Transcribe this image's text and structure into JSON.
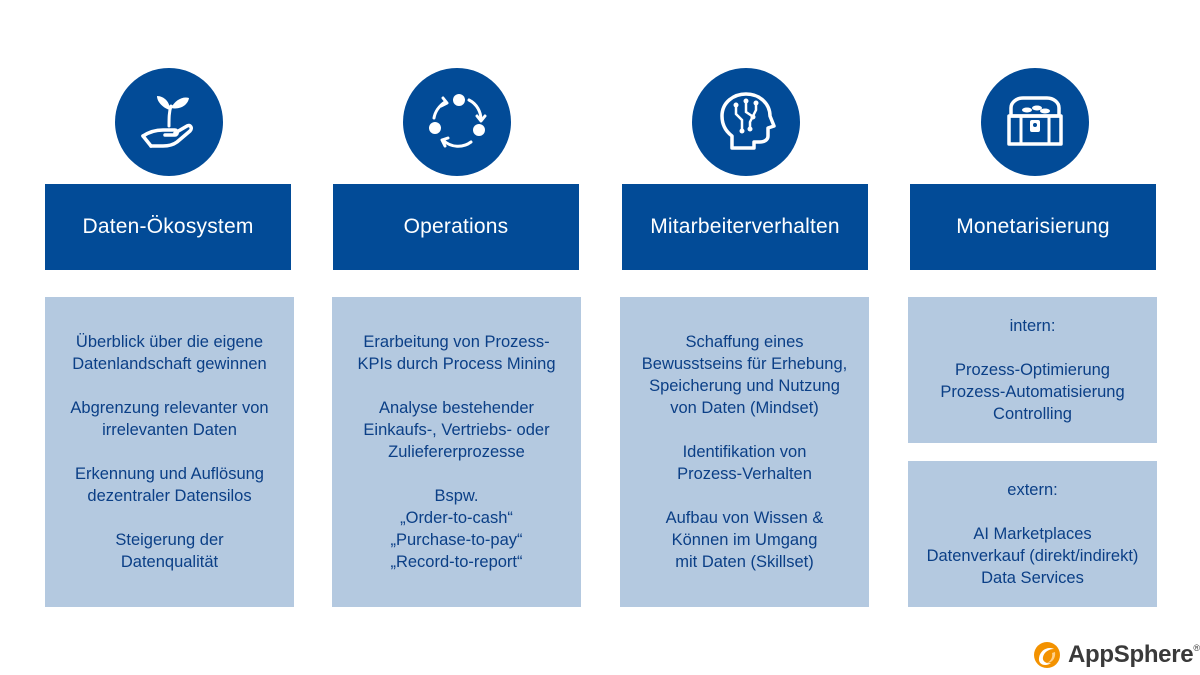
{
  "columns": [
    {
      "icon": "hand-plant-icon",
      "title": "Daten-Ökosystem",
      "paragraphs": [
        [
          "Überblick über die eigene",
          "Datenlandschaft gewinnen"
        ],
        [
          "Abgrenzung relevanter von",
          "irrelevanten Daten"
        ],
        [
          "Erkennung und Auflösung",
          "dezentraler Datensilos"
        ],
        [
          "Steigerung der",
          "Datenqualität"
        ]
      ]
    },
    {
      "icon": "process-cycle-icon",
      "title": "Operations",
      "paragraphs": [
        [
          "Erarbeitung von Prozess-",
          "KPIs durch Process Mining"
        ],
        [
          "Analyse bestehender",
          "Einkaufs-, Vertriebs- oder",
          "Zuliefererprozesse"
        ],
        [
          "Bspw.",
          "„Order-to-cash“",
          "„Purchase-to-pay“",
          "„Record-to-report“"
        ]
      ]
    },
    {
      "icon": "brain-head-icon",
      "title": "Mitarbeiterverhalten",
      "paragraphs": [
        [
          "Schaffung eines",
          "Bewusstseins für Erhebung,",
          "Speicherung und Nutzung",
          "von Daten (Mindset)"
        ],
        [
          "Identifikation von",
          "Prozess-Verhalten"
        ],
        [
          "Aufbau von Wissen &",
          "Können im Umgang",
          "mit Daten (Skillset)"
        ]
      ]
    },
    {
      "icon": "treasure-chest-icon",
      "title": "Monetarisierung",
      "intern": {
        "label": "intern:",
        "lines": [
          "Prozess-Optimierung",
          "Prozess-Automatisierung",
          "Controlling"
        ]
      },
      "extern": {
        "label": "extern:",
        "lines": [
          "AI Marketplaces",
          "Datenverkauf",
          "(direkt/indirekt)",
          "Data Services"
        ]
      }
    }
  ],
  "logo": {
    "name": "AppSphere",
    "mark": "®"
  },
  "colors": {
    "primary": "#024b97",
    "card": "#b4c9e0",
    "cardText": "#0b3f86",
    "logoOrange": "#f39200"
  }
}
